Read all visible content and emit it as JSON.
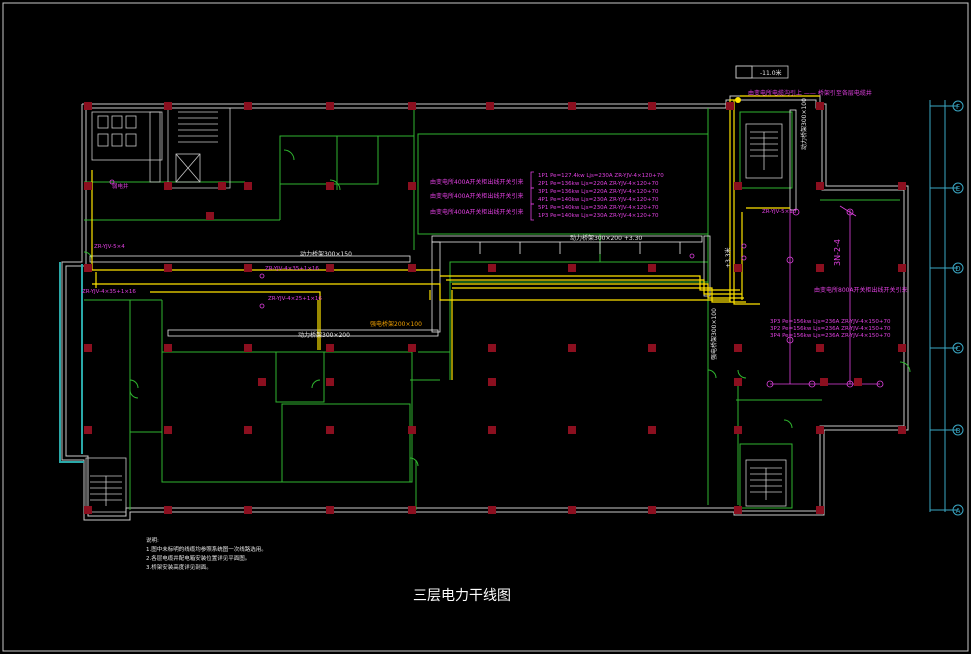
{
  "drawing": {
    "title": "三层电力干线图",
    "colors": {
      "background": "#000000",
      "frame": "#c8c8c8",
      "wall": "#2fb52f",
      "axis": "#3aa7c4",
      "column": "#8b0f1f",
      "cable": "#ffe400",
      "tray": "#e6e6e6",
      "label_magenta": "#e040e0",
      "label_orange": "#f0a000",
      "label_white": "#ffffff"
    },
    "axis_labels": [
      "F",
      "E",
      "D",
      "C",
      "B",
      "A"
    ],
    "top_labels": {
      "depth_box": "-11.0米",
      "source_note": "由变电所电缆沟引上 —— 桥架引至各层电缆井"
    },
    "vertical_labels": {
      "shaft_tray": "动力桥架300×100",
      "riser_right": "+3.3米",
      "riser_left": "强电桥架300×100"
    },
    "tray_labels": [
      "动力桥架300×150",
      "强电桥架200×100",
      "动力桥架300×200",
      "动力桥架300×200  +3.30"
    ],
    "cable_labels_left": [
      "ZR-YJV-5×4",
      "ZR-YJV-4×35+1×16",
      "ZR-YJV-4×35+1×16",
      "ZR-YJV-4×25+1×16"
    ],
    "room_label": "弱电井",
    "feeders_top": [
      {
        "text": "由变电所400A开关柜出线开关引来",
        "rows": [
          "1P1  Pe=127.4kw  Ljs=230A  ZR-YJV-4×120+70",
          "2P1  Pe=136kw  Ljs=220A  ZR-YJV-4×120+70"
        ]
      },
      {
        "text": "由变电所400A开关柜出线开关引来",
        "rows": [
          "3P1  Pe=136kw  Ljs=220A  ZR-YJV-4×120+70",
          "4P1  Pe=140kw  Ljs=230A  ZR-YJV-4×120+70"
        ]
      },
      {
        "text": "由变电所400A开关柜出线开关引来",
        "rows": [
          "5P1  Pe=140kw  Ljs=230A  ZR-YJV-4×120+70",
          "1P3  Pe=140kw  Ljs=230A  ZR-YJV-4×120+70"
        ]
      }
    ],
    "feeders_right": {
      "text": "由变电所800A开关柜出线开关引来",
      "rows": [
        "3P3  Pe=156kw  Ljs=236A  ZR-YJV-4×150+70",
        "3P2  Pe=156kw  Ljs=236A  ZR-YJV-4×150+70",
        "3P4  Pe=156kw  Ljs=236A  ZR-YJV-4×150+70"
      ]
    },
    "right_label": "3N-2-4",
    "right_cable": "ZR-YJV-5×10",
    "notes": {
      "heading": "说明:",
      "items": [
        "1.图中未标明的线缆均参照系统图一次线路选用。",
        "2.各层电缆井配电箱安装位置详见平面图。",
        "3.桥架安装高度详见剖面。"
      ]
    }
  }
}
